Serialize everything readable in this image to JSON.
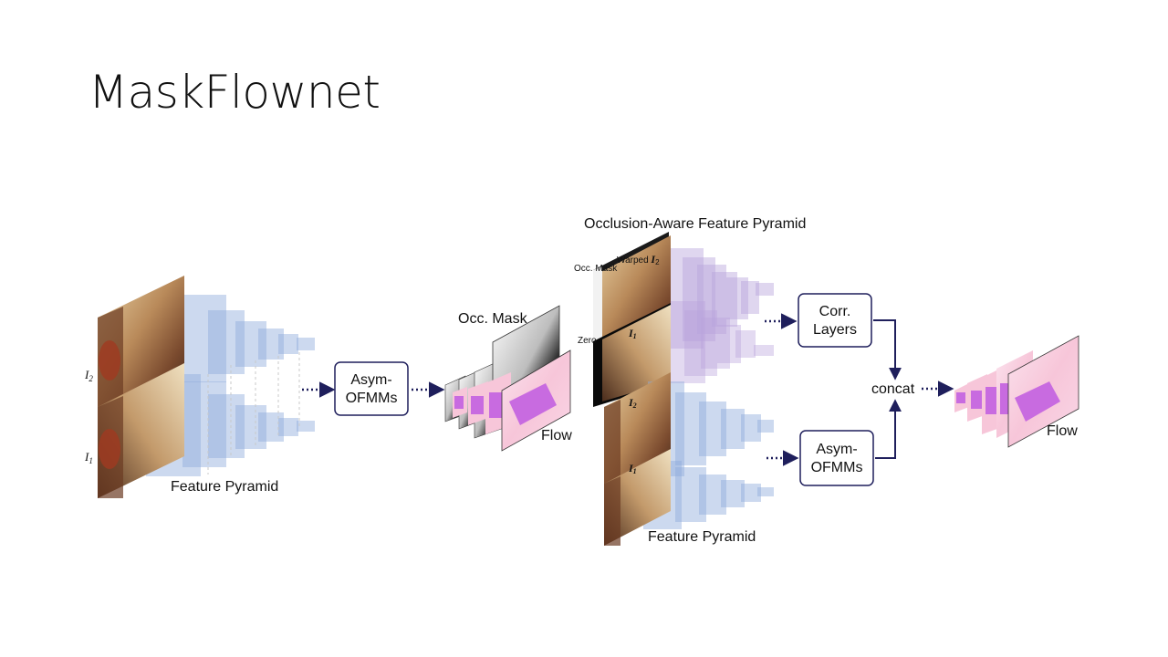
{
  "slide": {
    "title": "MaskFlownet"
  },
  "left_network": {
    "input_i2_label": "I",
    "input_i2_sub": "2",
    "input_i1_label": "I",
    "input_i1_sub": "1",
    "feature_pyramid_label": "Feature Pyramid",
    "asym_ofmms_line1": "Asym-",
    "asym_ofmms_line2": "OFMMs",
    "occ_mask_label": "Occ. Mask",
    "flow_label": "Flow"
  },
  "right_network": {
    "occlusion_pyramid_label": "Occlusion-Aware Feature Pyramid",
    "occ_mask_small_label": "Occ. Mask",
    "warped_label": "Warped ",
    "warped_i": "I",
    "warped_sub": "2",
    "zero_label": "Zero",
    "top_i1_label": "I",
    "top_i1_sub": "1",
    "bottom_i2_label": "I",
    "bottom_i2_sub": "2",
    "bottom_i1_label": "I",
    "bottom_i1_sub": "1",
    "feature_pyramid_label": "Feature Pyramid",
    "corr_layers_line1": "Corr.",
    "corr_layers_line2": "Layers",
    "asym_ofmms_line1": "Asym-",
    "asym_ofmms_line2": "OFMMs",
    "concat_label": "concat",
    "flow_label": "Flow"
  },
  "colors": {
    "feature_blue": "#8eaadb",
    "feature_purple": "#b9a3dc",
    "arrow_navy": "#1f1f5c",
    "flow_pink": "#f7c6d9",
    "flow_magenta": "#c86be0"
  }
}
